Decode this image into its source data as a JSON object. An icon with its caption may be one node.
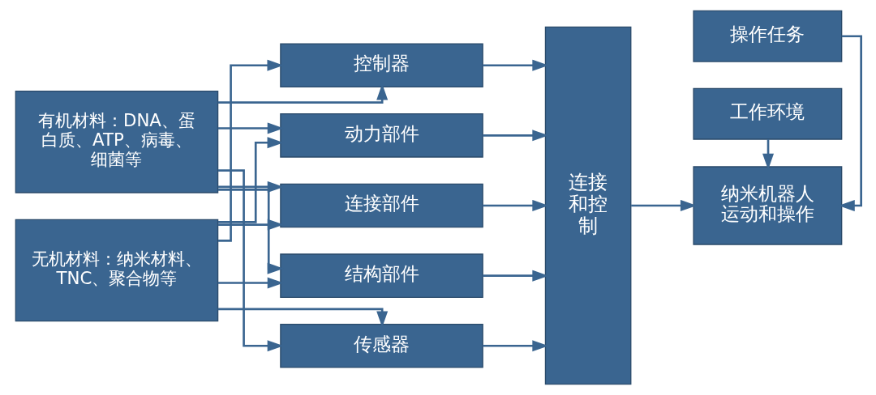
{
  "diagram": {
    "nodes": [
      {
        "text": [
          "有机材料：DNA、蛋白质、ATP、病毒、细菌等"
        ]
      },
      {
        "text": [
          "无机材料：纳米材料、TNC、聚合物等"
        ]
      },
      {
        "text": [
          "动力部件"
        ]
      },
      {
        "text": [
          "连接部件"
        ]
      },
      {
        "text": [
          "结构部件"
        ]
      },
      {
        "text": [
          "传感器"
        ]
      },
      {
        "text": [
          "控制器"
        ]
      },
      {
        "text": [
          "连接和控制"
        ]
      },
      {
        "text": [
          "操作任务"
        ]
      },
      {
        "text": [
          "纳米机器人运动和操作"
        ]
      },
      {
        "text": [
          "工作环境"
        ]
      }
    ],
    "edges": [
      {
        "from": 0,
        "to": 2,
        "arrow": "to"
      },
      {
        "from": 0,
        "to": 3,
        "arrow": "to"
      },
      {
        "from": 0,
        "to": 4,
        "arrow": "to"
      },
      {
        "from": 0,
        "to": 5,
        "arrow": "to"
      },
      {
        "from": 0,
        "to": 6,
        "arrow": "to"
      },
      {
        "from": 1,
        "to": 2,
        "arrow": "to"
      },
      {
        "from": 1,
        "to": 3,
        "arrow": "to"
      },
      {
        "from": 1,
        "to": 4,
        "arrow": "to"
      },
      {
        "from": 1,
        "to": 5,
        "arrow": "to"
      },
      {
        "from": 1,
        "to": 6,
        "arrow": "to"
      },
      {
        "from": 2,
        "to": 7,
        "arrow": "to"
      },
      {
        "from": 3,
        "to": 7,
        "arrow": "to"
      },
      {
        "from": 4,
        "to": 7,
        "arrow": "to"
      },
      {
        "from": 5,
        "to": 7,
        "arrow": "to"
      },
      {
        "from": 6,
        "to": 7,
        "arrow": "to"
      },
      {
        "from": 7,
        "to": 9,
        "arrow": "to"
      },
      {
        "from": 8,
        "to": 9,
        "arrow": "to"
      },
      {
        "from": 10,
        "to": 9,
        "arrow": "to"
      }
    ]
  }
}
